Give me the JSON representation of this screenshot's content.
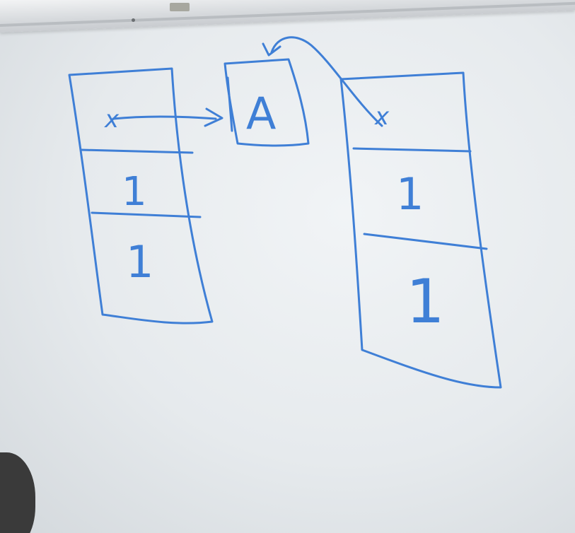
{
  "scene": {
    "description_kind": "whiteboard-drawing",
    "ink_color": "#3f7fd6"
  },
  "left_record": {
    "slots": [
      "x",
      "1",
      "1"
    ]
  },
  "target_box": {
    "label": "A"
  },
  "right_record": {
    "slots": [
      "x",
      "1",
      "1"
    ]
  }
}
